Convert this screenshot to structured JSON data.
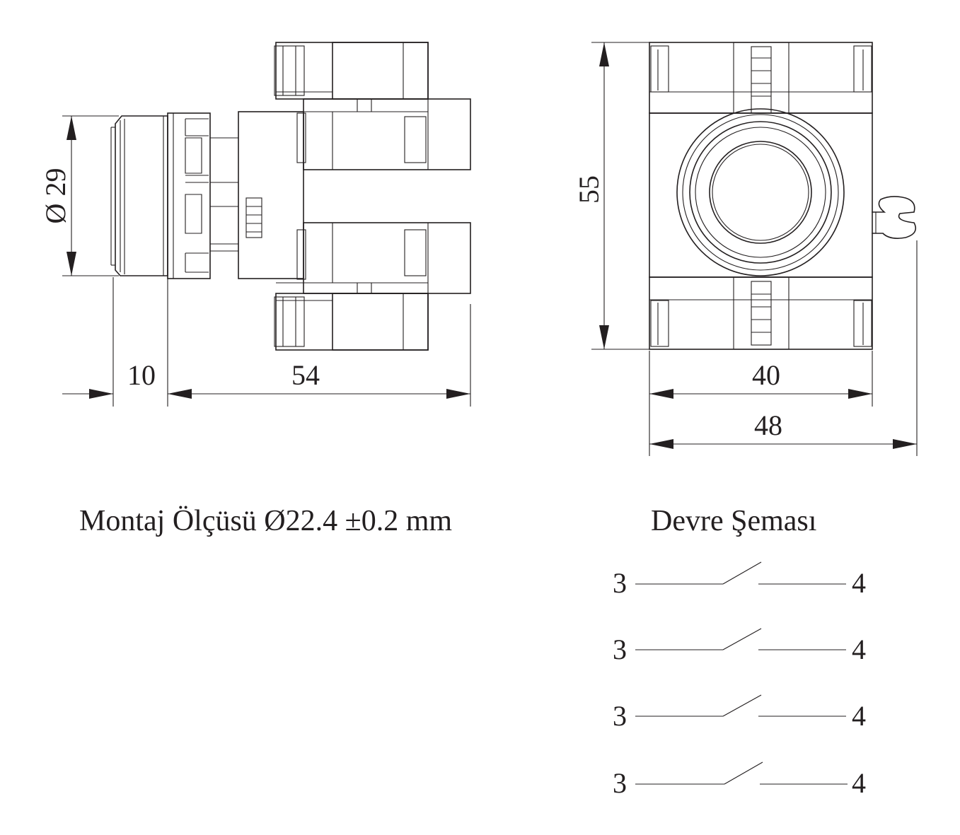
{
  "side_view": {
    "dim_diameter": "Ø 29",
    "dim_button_depth": "10",
    "dim_body_length": "54"
  },
  "front_view": {
    "dim_height": "55",
    "dim_body_width": "40",
    "dim_total_width": "48"
  },
  "captions": {
    "mounting": "Montaj Ölçüsü Ø22.4 ±0.2 mm",
    "circuit": "Devre Şeması"
  },
  "circuit": {
    "contacts": [
      {
        "left": "3",
        "right": "4"
      },
      {
        "left": "3",
        "right": "4"
      },
      {
        "left": "3",
        "right": "4"
      },
      {
        "left": "3",
        "right": "4"
      }
    ]
  }
}
